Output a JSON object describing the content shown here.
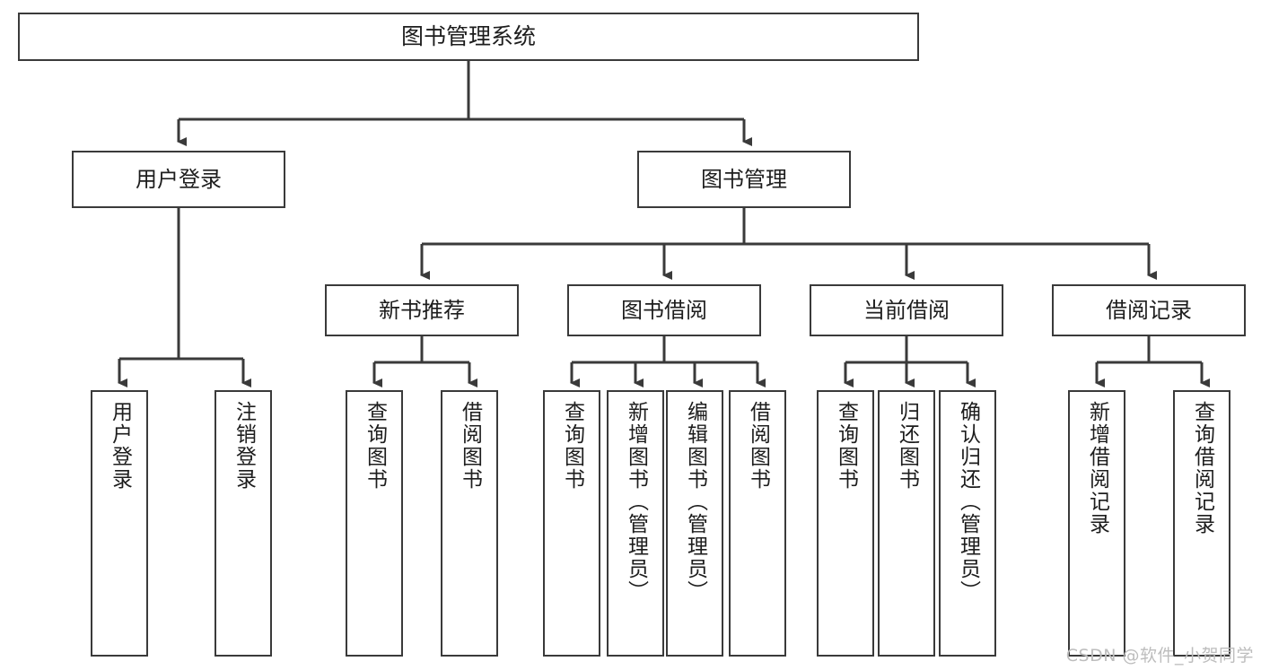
{
  "diagram": {
    "type": "tree",
    "title": "图书管理系统",
    "watermark": "CSDN @软件_小贺同学",
    "stroke_color": "#3a3a3a",
    "text_color": "#1d1d1d",
    "background_color": "#ffffff",
    "watermark_color": "#bdbdbd"
  },
  "nodes": {
    "root": {
      "label": "图书管理系统"
    },
    "level1": [
      {
        "label": "用户登录"
      },
      {
        "label": "图书管理"
      }
    ],
    "level2": [
      {
        "label": "新书推荐"
      },
      {
        "label": "图书借阅"
      },
      {
        "label": "当前借阅"
      },
      {
        "label": "借阅记录"
      }
    ],
    "leaves": {
      "user_login": [
        {
          "label": "用户登录"
        },
        {
          "label": "注销登录"
        }
      ],
      "new_book": [
        {
          "label": "查询图书"
        },
        {
          "label": "借阅图书"
        }
      ],
      "book_borrow": [
        {
          "label": "查询图书"
        },
        {
          "label": "新增图书（管理员）"
        },
        {
          "label": "编辑图书（管理员）"
        },
        {
          "label": "借阅图书"
        }
      ],
      "current_borrow": [
        {
          "label": "查询图书"
        },
        {
          "label": "归还图书"
        },
        {
          "label": "确认归还（管理员）"
        }
      ],
      "borrow_record": [
        {
          "label": "新增借阅记录"
        },
        {
          "label": "查询借阅记录"
        }
      ]
    }
  }
}
